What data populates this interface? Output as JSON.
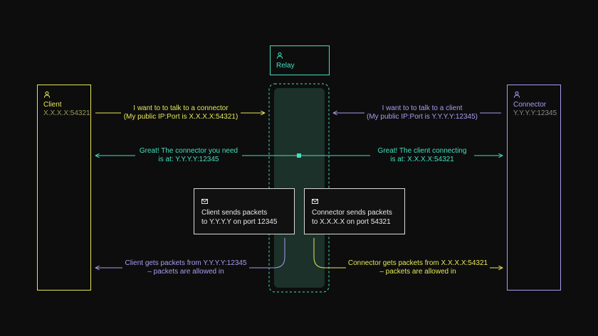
{
  "colors": {
    "background": "#0d0d0d",
    "client": "#e6e65a",
    "relay": "#43e0c0",
    "connector": "#a99cf0",
    "message_box": "#d9d9d9",
    "muted_client": "#9a9a5a",
    "muted_connector": "#8a8a8a"
  },
  "client": {
    "icon": "user-icon",
    "title": "Client",
    "address": "X.X.X.X:54321"
  },
  "relay": {
    "icon": "user-icon",
    "title": "Relay"
  },
  "connector": {
    "icon": "user-icon",
    "title": "Connector",
    "address": "Y.Y.Y.Y:12345"
  },
  "messages": {
    "client_request": {
      "line1": "I want to to talk to a connector",
      "line2": "(My public IP:Port is X.X.X.X:54321)"
    },
    "connector_request": {
      "line1": "I want to to talk to a client",
      "line2": "(My public IP:Port is Y.Y.Y.Y:12345)"
    },
    "relay_to_client": {
      "line1": "Great! The connector you need",
      "line2": "is at: Y.Y.Y.Y:12345"
    },
    "relay_to_connector": {
      "line1": "Great! The client connecting",
      "line2": "is at: X.X.X.X:54321"
    },
    "client_receives": {
      "line1": "Client gets packets from Y.Y.Y.Y:12345",
      "line2": "– packets are allowed in"
    },
    "connector_receives": {
      "line1": "Connector gets packets from X.X.X.X:54321",
      "line2": "– packets are allowed in"
    }
  },
  "boxes": {
    "client_sends": {
      "icon": "mail-icon",
      "line1": "Client sends packets",
      "line2": "to Y.Y.Y.Y on port 12345"
    },
    "connector_sends": {
      "icon": "mail-icon",
      "line1": "Connector sends packets",
      "line2": "to X.X.X.X on port 54321"
    }
  }
}
